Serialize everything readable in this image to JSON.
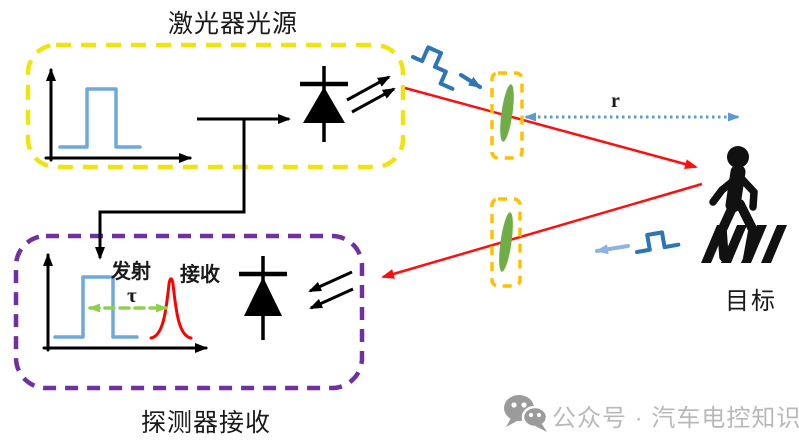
{
  "titles": {
    "laser_source": "激光器光源",
    "detector_receiver": "探测器接收"
  },
  "labels": {
    "transmit": "发射",
    "receive": "接收",
    "tau": "τ",
    "range": "r",
    "target": "目标"
  },
  "watermark": {
    "icon": "wechat-icon",
    "text": "公众号 · 汽车电控知识"
  },
  "icons": {
    "laser_diode": "laser-diode-icon",
    "photodiode": "photodiode-icon",
    "transmit_lens": "lens-icon",
    "receive_lens": "lens-icon",
    "pedestrian": "pedestrian-crosswalk-icon",
    "outgoing_signal": "square-pulse-wave-icon",
    "returning_signal": "square-pulse-wave-icon"
  },
  "colors": {
    "laser_box_yellow": "#f0e30f",
    "detector_box_purple": "#7030a0",
    "lens_frame_orange": "#ffc000",
    "lens_green": "#70ad47",
    "pulse_blue": "#6fa8dc",
    "signal_blue": "#2e75b6",
    "signal_light_blue": "#8db3e2",
    "beam_red": "#fb0f0f",
    "received_peak_red": "#ff0000",
    "tof_arrow_green": "#8fd14f",
    "range_arrow_blue": "#5b9bd5",
    "watermark_gray": "#b9b9b9"
  }
}
